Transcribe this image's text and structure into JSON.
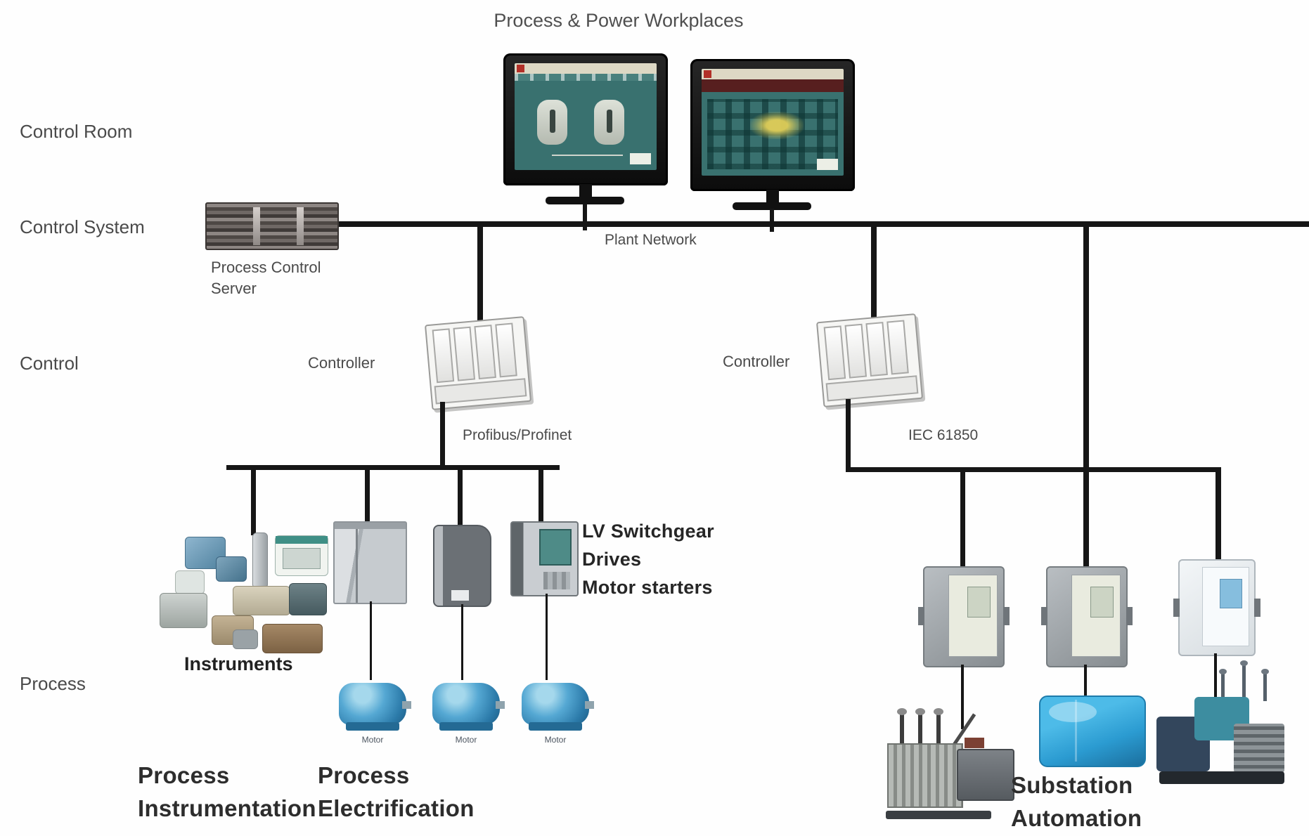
{
  "title": "Process & Power Workplaces",
  "row_labels": {
    "control_room": "Control Room",
    "control_system": "Control System",
    "control": "Control",
    "process": "Process"
  },
  "network_labels": {
    "plant_network": "Plant Network",
    "profibus": "Profibus/Profinet",
    "iec": "IEC 61850"
  },
  "nodes": {
    "server_label": "Process Control\nServer",
    "controller_left_label": "Controller",
    "controller_right_label": "Controller",
    "instruments_label": "Instruments",
    "lv_group_lines": [
      "LV Switchgear",
      "Drives",
      "Motor starters"
    ],
    "motor_caption": "Motor"
  },
  "group_labels": {
    "process_instrumentation": [
      "Process",
      "Instrumentation"
    ],
    "process_electrification": [
      "Process",
      "Electrification"
    ],
    "substation_automation": [
      "Substation",
      "Automation"
    ]
  },
  "colors": {
    "screen_teal": "#39716f",
    "motor_blue": "#3f97c9",
    "switchgear_blue": "#2e9ed3",
    "line_black": "#161616",
    "label_gray": "#4a4a4a",
    "bold_dark": "#2d2d2d"
  }
}
